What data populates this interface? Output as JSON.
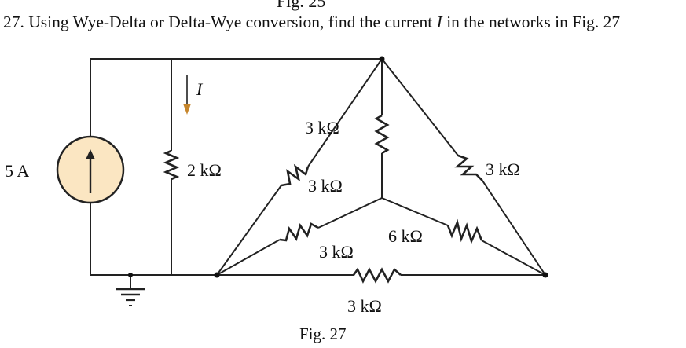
{
  "header_fragment": "Fig. 25",
  "question": {
    "number": "27.",
    "text_before": "Using Wye-Delta or Delta-Wye conversion, find the current",
    "variable": "I",
    "text_after": "in the networks in Fig. 27"
  },
  "circuit": {
    "current_source": {
      "value": "5 A"
    },
    "current_arrow_label": "I",
    "resistors": {
      "parallel": "2 kΩ",
      "wye_top": "3 kΩ",
      "wye_left": "3 kΩ",
      "wye_right": "6 kΩ",
      "delta_left": "3 kΩ",
      "delta_right": "3 kΩ",
      "delta_bottom": "3 kΩ"
    },
    "source_fill": "#fbe6c2"
  },
  "caption": "Fig. 27"
}
